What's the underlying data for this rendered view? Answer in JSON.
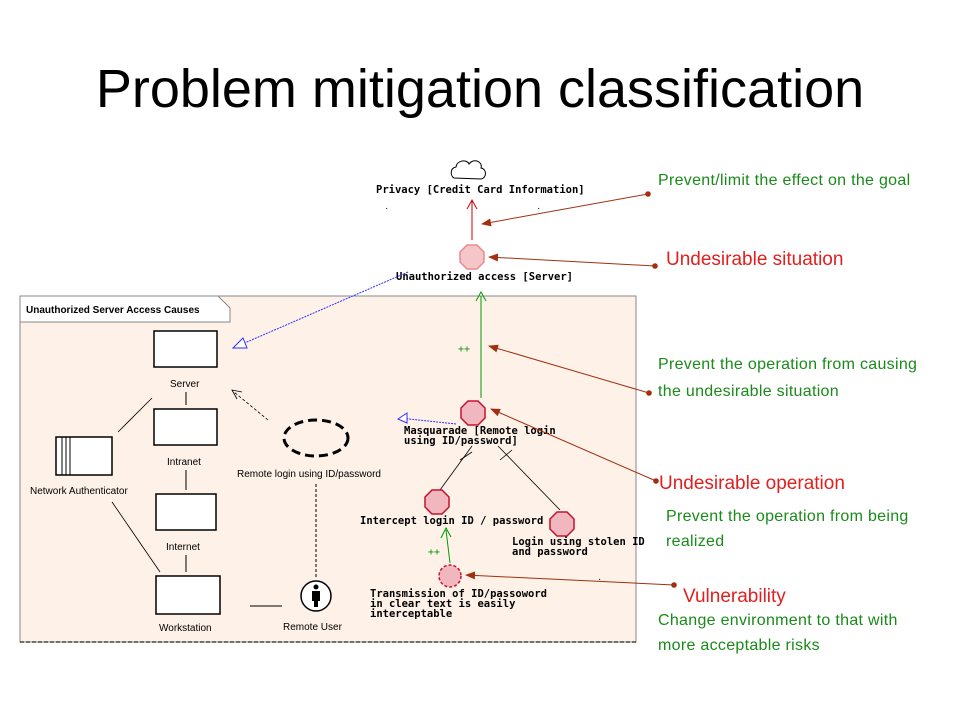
{
  "title": "Problem mitigation classification",
  "diagram": {
    "panel_title": "Unauthorized Server Access Causes",
    "nodes": {
      "privacy": "Privacy [Credit Card Information]",
      "unauth_access": "Unauthorized access [Server]",
      "masquerade_1": "Masquarade [Remote login",
      "masquerade_2": "using ID/password]",
      "intercept": "Intercept login ID / password",
      "stolen_1": "Login using stolen ID",
      "stolen_2": "and password",
      "transmission_1": "Transmission of ID/passoword",
      "transmission_2": "in clear text is easily",
      "transmission_3": "interceptable",
      "server": "Server",
      "intranet": "Intranet",
      "internet": "Internet",
      "workstation": "Workstation",
      "network_auth": "Network Authenticator",
      "remote_login": "Remote login using ID/password",
      "remote_user": "Remote User"
    },
    "contributions": [
      "++",
      "++"
    ]
  },
  "annotations": {
    "prevent_limit": "Prevent/limit the effect on the goal",
    "undesirable_situation": "Undesirable situation",
    "prevent_operation_causing": "Prevent the operation from causing the undesirable situation",
    "undesirable_operation": "Undesirable operation",
    "prevent_operation_realized": "Prevent the operation from being realized",
    "vulnerability": "Vulnerability",
    "change_environment": "Change environment to that with more acceptable risks"
  },
  "colors": {
    "annotation_green": "#1a8a1a",
    "annotation_red": "#e02020",
    "connector": "#a03010",
    "panel_bg": "#fdf1e8",
    "obstacle_fill": "#f0b8be",
    "obstacle_stroke": "#c8102e",
    "link_green": "#009900",
    "link_red": "#d00000",
    "dependency_blue": "#3030ff"
  }
}
